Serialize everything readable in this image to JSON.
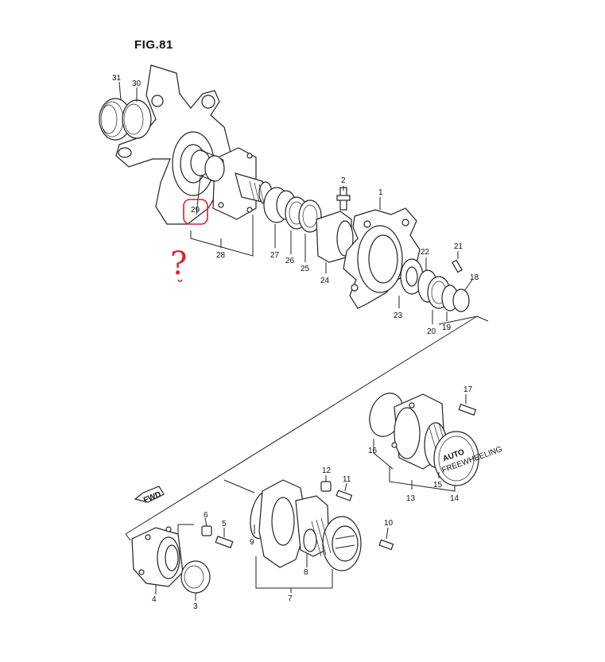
{
  "figure": {
    "title": "FIG.81"
  },
  "callouts": {
    "p1": "1",
    "p2": "2",
    "p3": "3",
    "p4": "4",
    "p5": "5",
    "p6": "6",
    "p7": "7",
    "p8": "8",
    "p9": "9",
    "p10": "10",
    "p11": "11",
    "p12": "12",
    "p13": "13",
    "p14": "14",
    "p15": "15",
    "p16": "16",
    "p17": "17",
    "p18": "18",
    "p19": "19",
    "p20": "20",
    "p21": "21",
    "p22": "22",
    "p23": "23",
    "p24": "24",
    "p25": "25",
    "p26": "26",
    "p27": "27",
    "p28": "28",
    "p29": "29",
    "p30": "30",
    "p31": "31"
  },
  "hub_cap": {
    "line1": "AUTO",
    "line2": "FREEWHEELING"
  },
  "front_arrow": "FWD",
  "annotation": {
    "mark": "?",
    "circled_part": "29",
    "color": "#e0202a"
  }
}
